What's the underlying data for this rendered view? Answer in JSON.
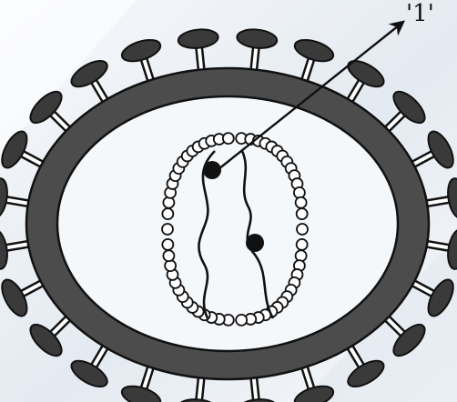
{
  "diagram": {
    "label": "'1'",
    "colors": {
      "background_light": "#f7f9fb",
      "background_dark": "#e4eaf1",
      "envelope": "#4c4c4c",
      "spike": "#3a3a3a",
      "outline": "#111111",
      "core_fill": "#f5f8fb"
    },
    "spike_count": 24,
    "capsid_bead_count": 58,
    "genome_strand_count": 2,
    "marker_count": 2
  }
}
